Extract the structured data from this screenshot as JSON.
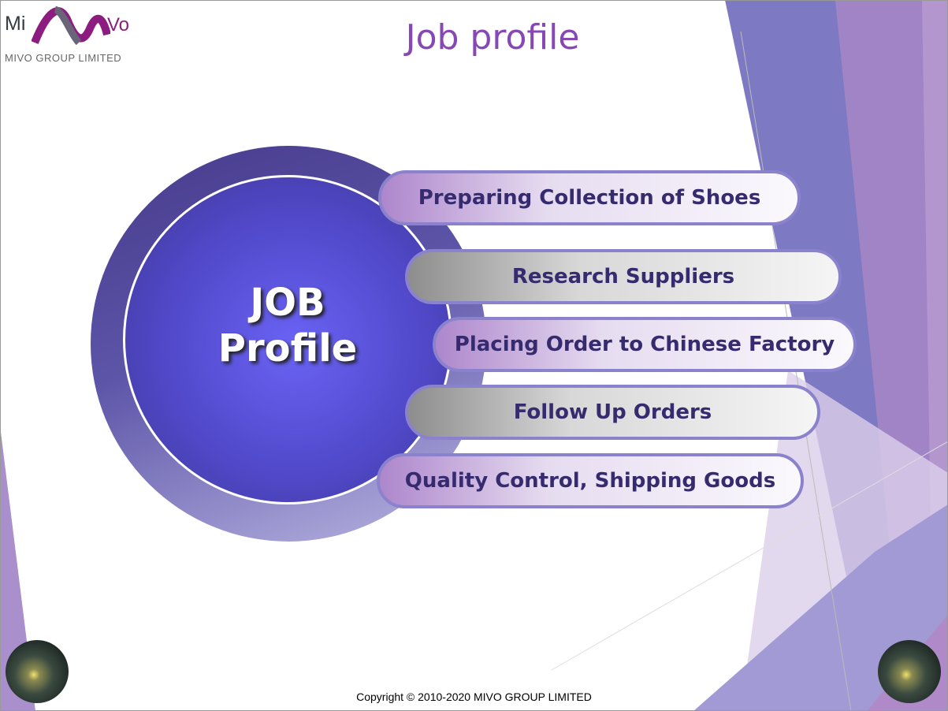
{
  "logo": {
    "left": "Mi",
    "right": "Vo",
    "subtitle": "MIVO GROUP LIMITED"
  },
  "title": "Job profile",
  "center": {
    "line1": "JOB",
    "line2": "Profile"
  },
  "items": [
    {
      "label": "Preparing Collection of Shoes",
      "style": "purple"
    },
    {
      "label": "Research Suppliers",
      "style": "gray"
    },
    {
      "label": "Placing Order to Chinese Factory",
      "style": "purple"
    },
    {
      "label": "Follow Up Orders",
      "style": "gray"
    },
    {
      "label": "Quality Control, Shipping Goods",
      "style": "purple"
    }
  ],
  "footer": "Copyright © 2010-2020 MIVO GROUP LIMITED",
  "colors": {
    "title": "#8747b5",
    "pill_text": "#352b6e",
    "pill_border": "#8a82cc"
  }
}
